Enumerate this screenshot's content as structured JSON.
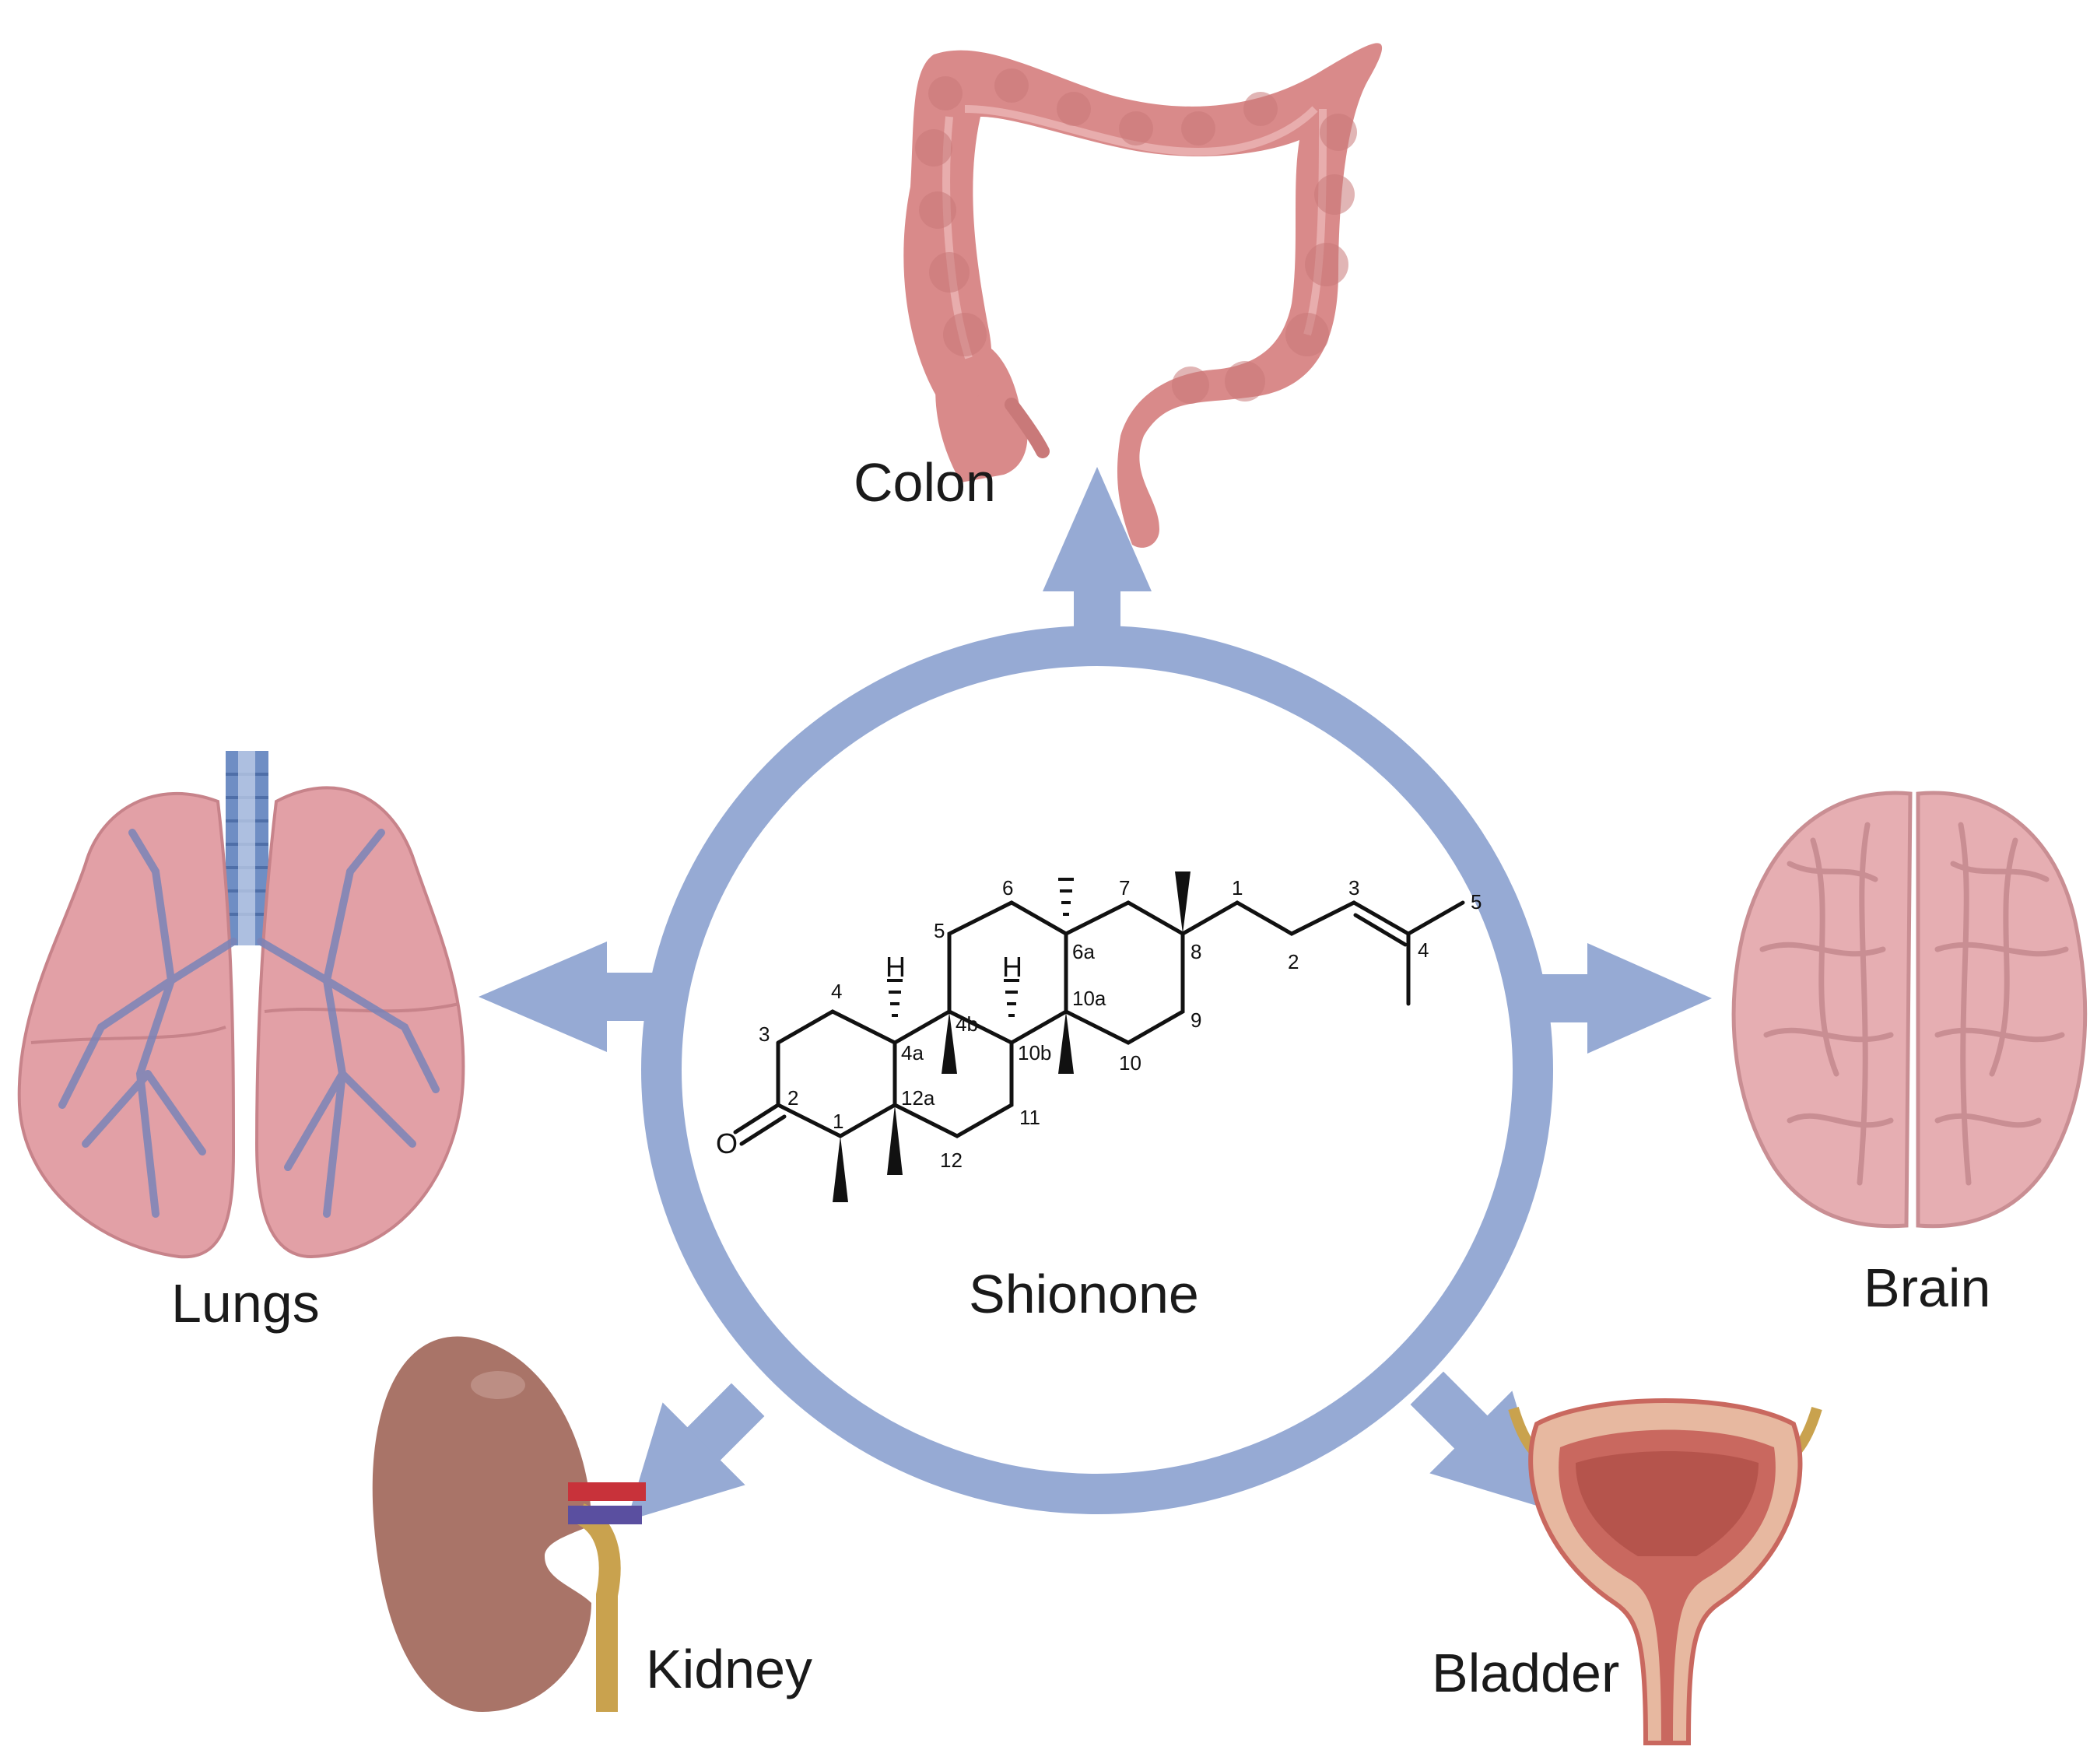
{
  "center": {
    "compound_name": "Shionone"
  },
  "organs": {
    "colon": "Colon",
    "lungs": "Lungs",
    "brain": "Brain",
    "kidney": "Kidney",
    "bladder": "Bladder"
  },
  "structure": {
    "carbonyl_atom": "O",
    "stereo_h": "H",
    "ring_numbers": [
      "1",
      "2",
      "3",
      "4",
      "4a",
      "4b",
      "5",
      "6",
      "6a",
      "7",
      "8",
      "9",
      "10",
      "10a",
      "10b",
      "11",
      "12",
      "12a"
    ],
    "side_chain_numbers": [
      "1",
      "2",
      "3",
      "4",
      "5"
    ]
  },
  "colors": {
    "ring_and_arrows": "#96aad4",
    "organ_pink": "#d98a8a",
    "lung_pink": "#e2a0a6",
    "brain_pink": "#e6aeb2",
    "kidney_brown": "#a97468",
    "bladder_red": "#c9685f"
  }
}
